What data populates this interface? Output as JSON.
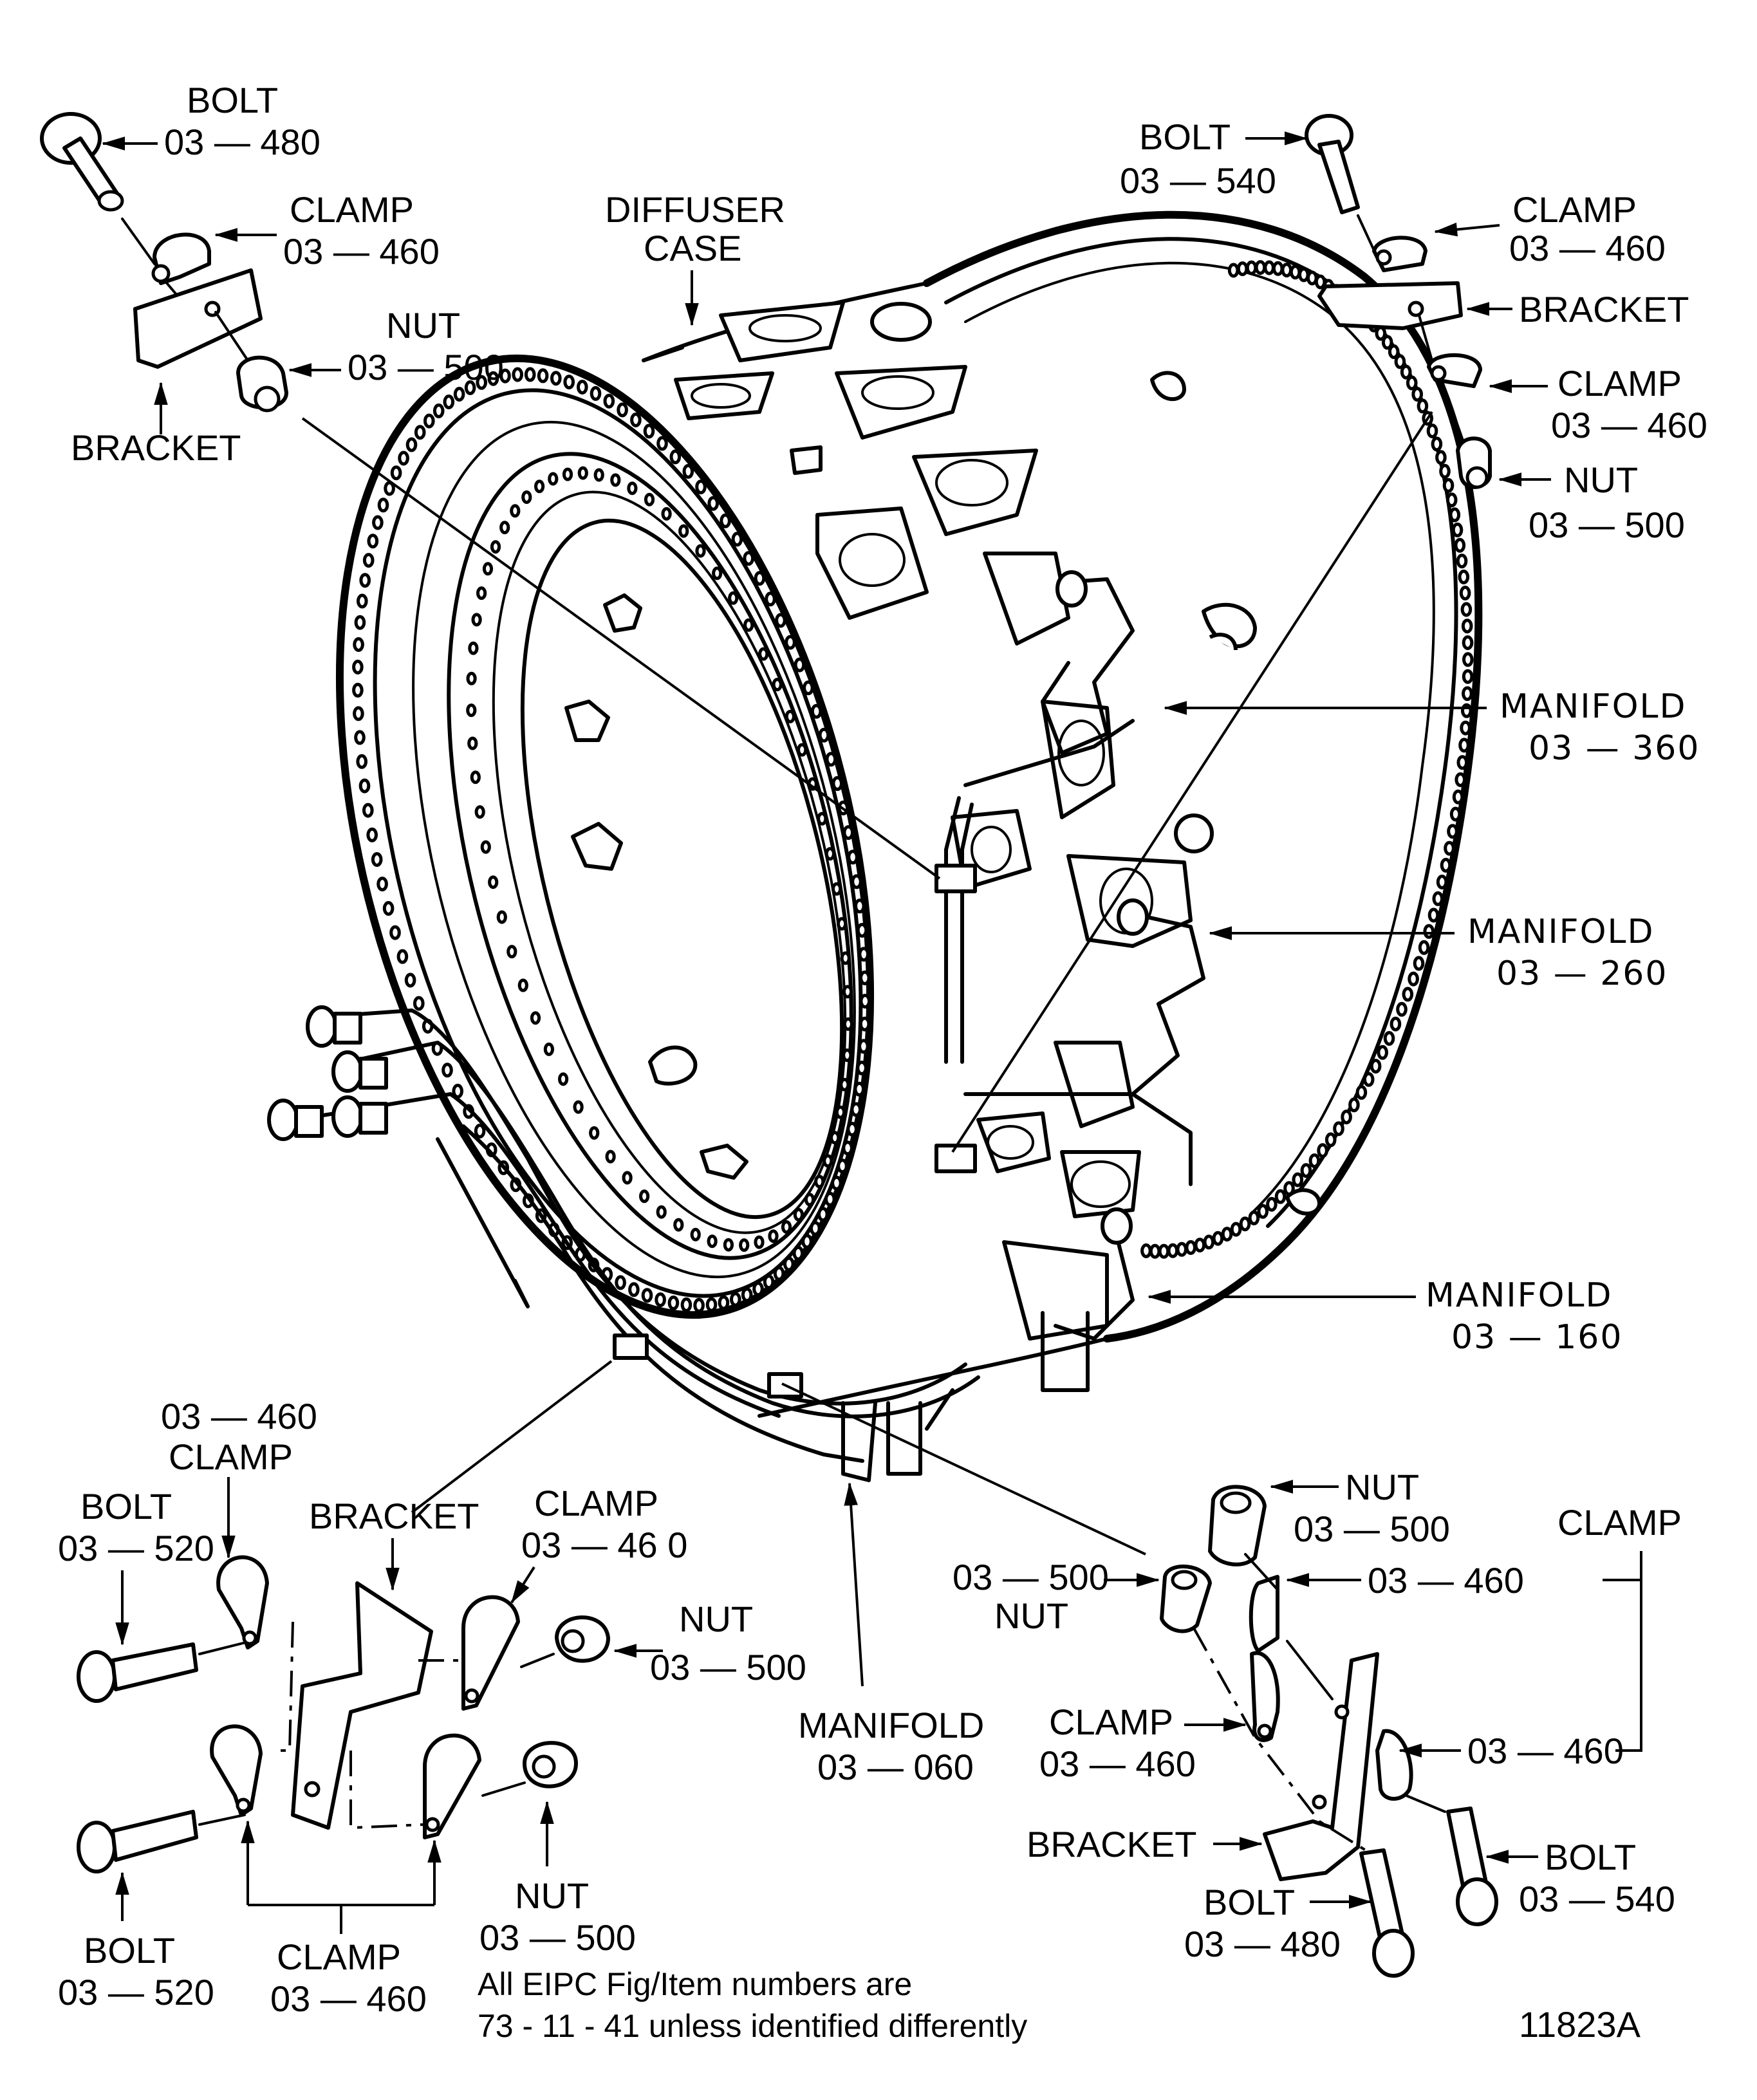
{
  "figure": {
    "type": "exploded-parts-diagram",
    "subject": "Diffuser case fuel manifolds with clamps and brackets",
    "figure_id": "11823A",
    "note_lines": [
      "All EIPC Fig/Item numbers are",
      "73 - 11 - 41 unless identified differently"
    ]
  },
  "callouts": {
    "top_left": {
      "bolt": {
        "name": "BOLT",
        "item": "03 — 480"
      },
      "clamp": {
        "name": "CLAMP",
        "item": "03 — 460"
      },
      "nut": {
        "name": "NUT",
        "item": "03 — 500"
      },
      "bracket": {
        "name": "BRACKET"
      }
    },
    "top_center": {
      "diffuser_case": {
        "line1": "DIFFUSER",
        "line2": "CASE"
      }
    },
    "top_right": {
      "bolt": {
        "name": "BOLT",
        "item": "03 — 540"
      },
      "clamp_upper": {
        "name": "CLAMP",
        "item": "03 — 460"
      },
      "bracket": {
        "name": "BRACKET"
      },
      "clamp_lower": {
        "name": "CLAMP",
        "item": "03 — 460"
      },
      "nut": {
        "name": "NUT",
        "item": "03 — 500"
      }
    },
    "manifolds": [
      {
        "name": "MANIFOLD",
        "item": "03 — 360"
      },
      {
        "name": "MANIFOLD",
        "item": "03 — 260"
      },
      {
        "name": "MANIFOLD",
        "item": "03 — 160"
      },
      {
        "name": "MANIFOLD",
        "item": "03 — 060"
      }
    ],
    "bottom_left": {
      "clamp_top": {
        "item": "03 — 460",
        "name": "CLAMP"
      },
      "bolt_upper": {
        "name": "BOLT",
        "item": "03 — 520"
      },
      "bracket": {
        "name": "BRACKET"
      },
      "clamp_right": {
        "name": "CLAMP",
        "item": "03 — 46 0"
      },
      "nut_upper": {
        "name": "NUT",
        "item": "03 — 500"
      },
      "bolt_lower": {
        "name": "BOLT",
        "item": "03 — 520"
      },
      "clamp_pair": {
        "name": "CLAMP",
        "item": "03 — 460"
      },
      "nut_lower": {
        "name": "NUT",
        "item": "03 — 500"
      }
    },
    "bottom_right": {
      "nut_upper": {
        "name": "NUT",
        "item": "03 — 500"
      },
      "nut_left": {
        "item": "03 — 500",
        "name": "NUT"
      },
      "clamp_group_label": "CLAMP",
      "clamp_upper_item": "03 — 460",
      "clamp_lower_item": "03 — 460",
      "clamp_left": {
        "name": "CLAMP",
        "item": "03 — 460"
      },
      "bracket": {
        "name": "BRACKET"
      },
      "bolt_right": {
        "name": "BOLT",
        "item": "03 — 540"
      },
      "bolt_left": {
        "name": "BOLT",
        "item": "03 — 480"
      }
    }
  }
}
